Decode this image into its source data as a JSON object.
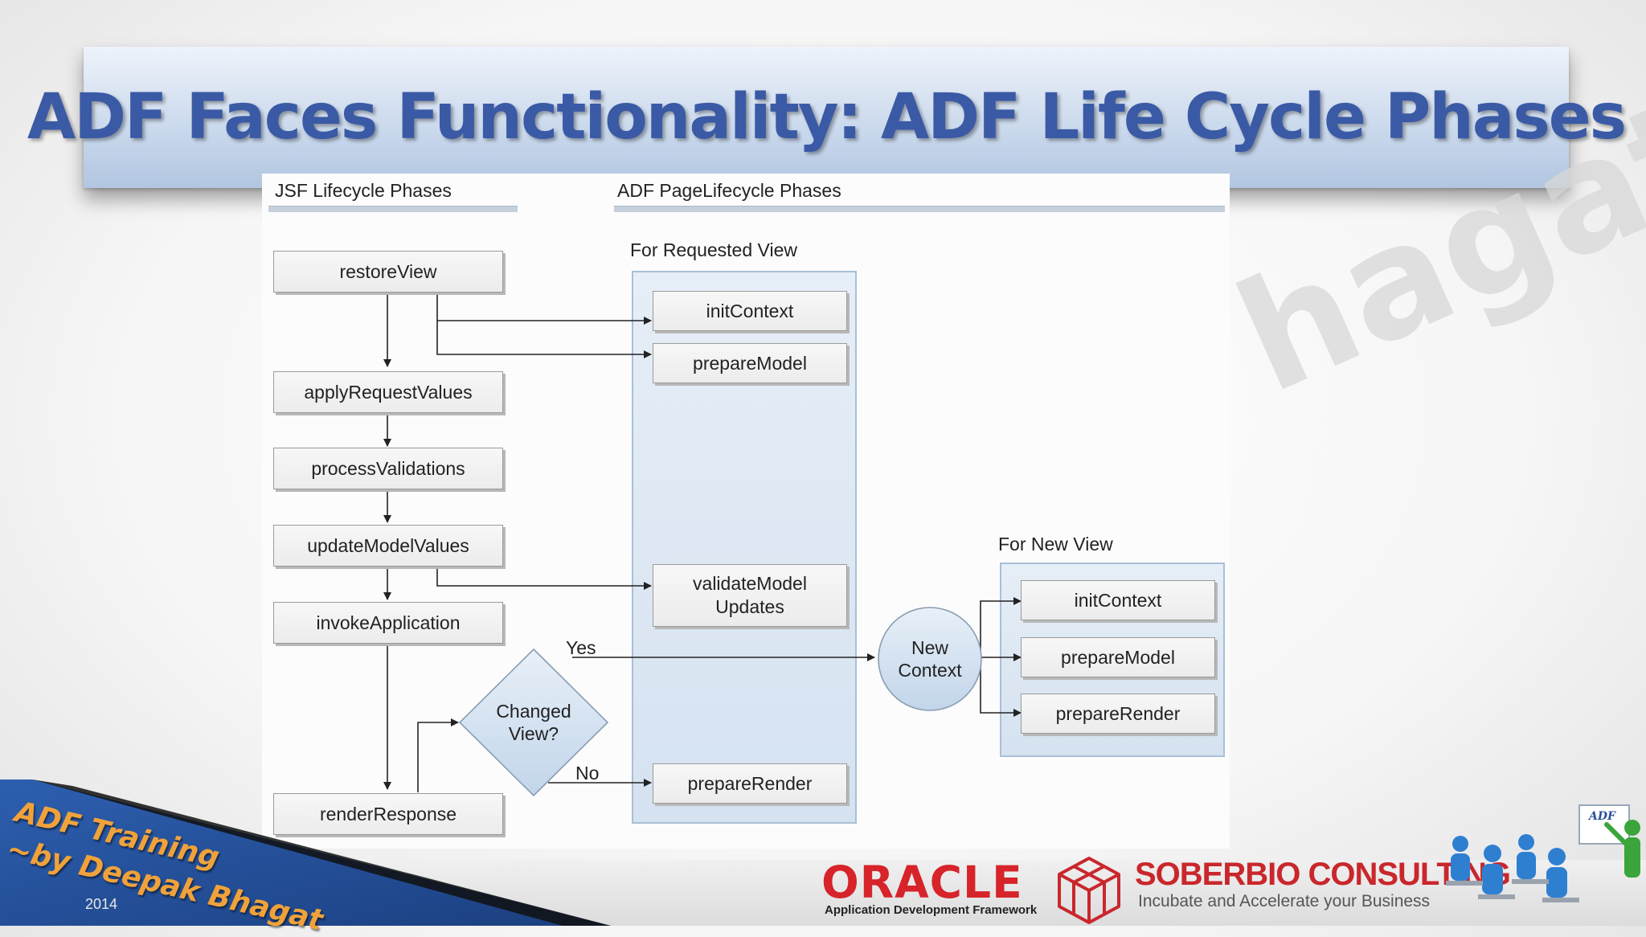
{
  "slide": {
    "title": "ADF Faces Functionality: ADF Life Cycle Phases",
    "watermark": "hagat"
  },
  "diagram": {
    "headers": {
      "jsf": "JSF Lifecycle Phases",
      "adf": "ADF PageLifecycle Phases"
    },
    "zones": {
      "requested": "For Requested View",
      "new_view": "For New View"
    },
    "jsf_phases": [
      "restoreView",
      "applyRequestValues",
      "processValidations",
      "updateModelValues",
      "invokeApplication",
      "renderResponse"
    ],
    "requested_view_phases": [
      "initContext",
      "prepareModel",
      "validateModel\nUpdates",
      "prepareRender"
    ],
    "new_view_phases": [
      "initContext",
      "prepareModel",
      "prepareRender"
    ],
    "decision": "Changed\nView?",
    "new_context": "New\nContext",
    "edge_labels": {
      "yes": "Yes",
      "no": "No"
    }
  },
  "footer": {
    "ribbon_line1": "ADF Training",
    "ribbon_line2": "~by Deepak Bhagat",
    "ribbon_year": "2014",
    "oracle": "ORACLE",
    "oracle_sub": "Application Development Framework",
    "company": "SOBERBIO CONSULTING",
    "tagline": "Incubate and Accelerate your Business",
    "board_text": "ADF"
  },
  "colors": {
    "title": "#3a5aa6",
    "banner": "#c9d8ec",
    "zone_fill": "#dce7f3",
    "oracle_red": "#d7232a",
    "soberbio_red": "#c9272c",
    "ribbon": "#2f5fa8",
    "ribbon_text": "#f0a23a"
  }
}
